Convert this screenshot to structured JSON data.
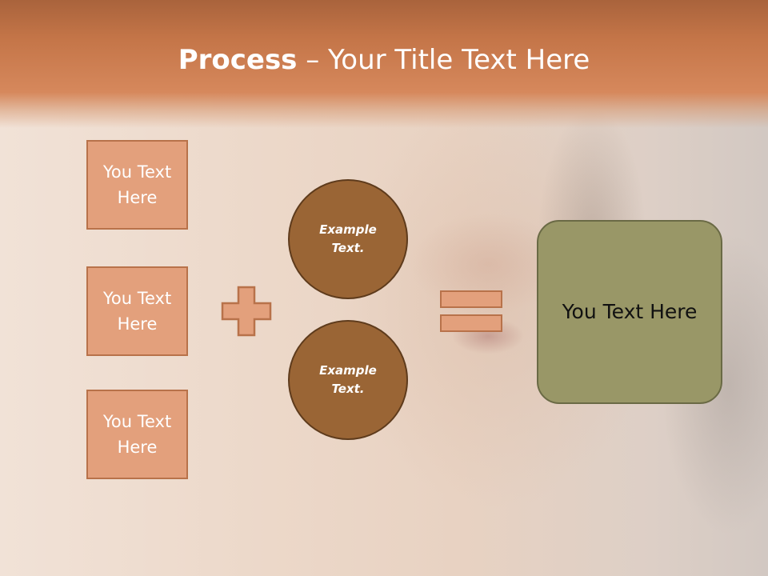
{
  "slide": {
    "title_bold": "Process",
    "title_rest": " – Your Title Text Here",
    "boxes": [
      "You Text Here",
      "You Text Here",
      "You Text Here"
    ],
    "circles": [
      "Example Text.",
      "Example Text."
    ],
    "result": "You Text Here"
  },
  "colors": {
    "title_band": "#c47548",
    "text_box_fill": "#e3a07c",
    "text_box_border": "#b8724a",
    "circle_fill": "#9a6535",
    "circle_border": "#5e3b1c",
    "result_fill": "#999767",
    "result_border": "#6a6a45"
  },
  "icons": {
    "operator_1": "plus-icon",
    "operator_2": "equals-icon"
  }
}
